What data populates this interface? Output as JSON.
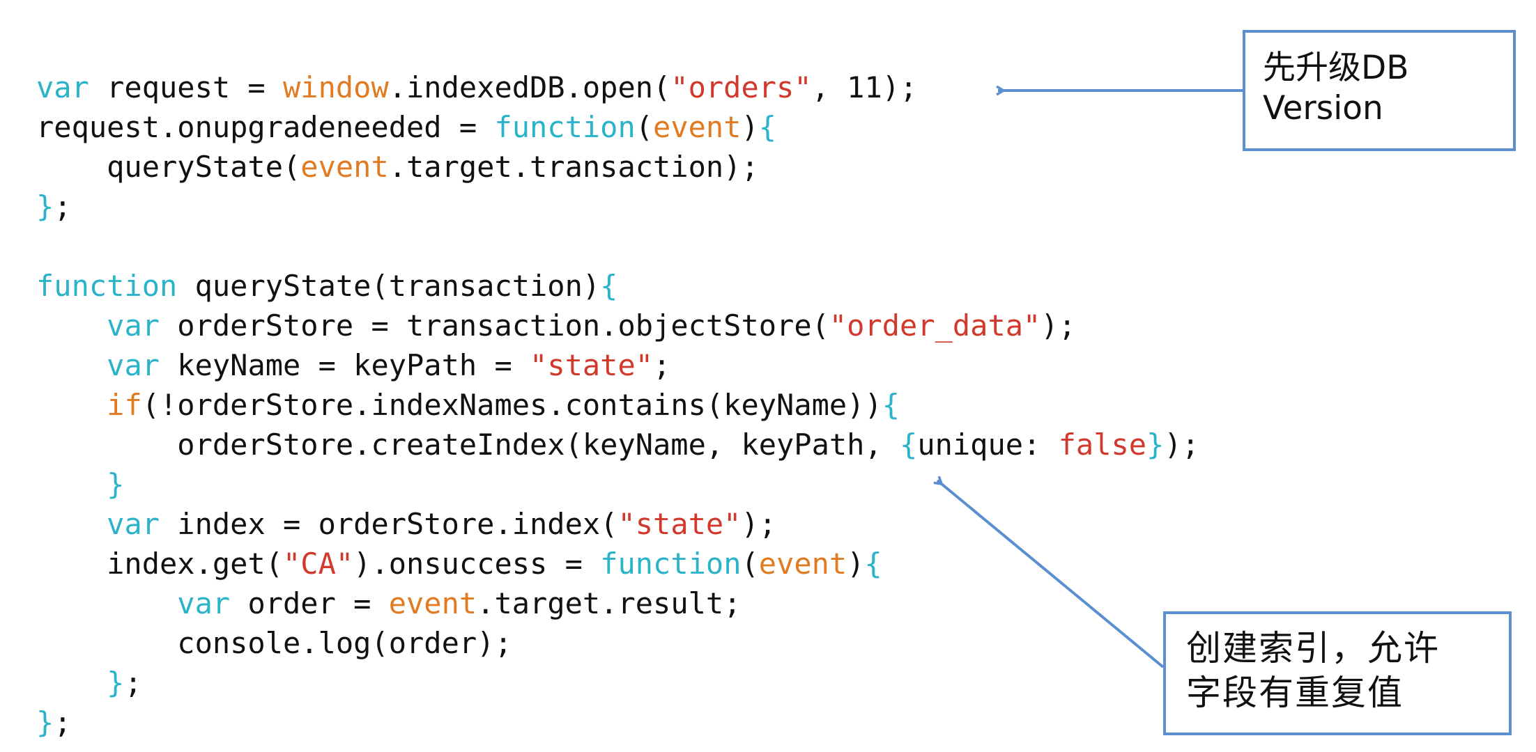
{
  "code_lines": [
    [
      {
        "t": "var",
        "c": "kw"
      },
      {
        "t": " request = ",
        "c": "plain"
      },
      {
        "t": "window",
        "c": "obj"
      },
      {
        "t": ".indexedDB.open(",
        "c": "plain"
      },
      {
        "t": "\"orders\"",
        "c": "str"
      },
      {
        "t": ", 11);",
        "c": "plain"
      }
    ],
    [
      {
        "t": "request.onupgradeneeded = ",
        "c": "plain"
      },
      {
        "t": "function",
        "c": "fn"
      },
      {
        "t": "(",
        "c": "plain"
      },
      {
        "t": "event",
        "c": "obj"
      },
      {
        "t": ")",
        "c": "plain"
      },
      {
        "t": "{",
        "c": "brace"
      }
    ],
    [
      {
        "t": "    queryState(",
        "c": "plain"
      },
      {
        "t": "event",
        "c": "obj"
      },
      {
        "t": ".target.transaction);",
        "c": "plain"
      }
    ],
    [
      {
        "t": "}",
        "c": "brace"
      },
      {
        "t": ";",
        "c": "plain"
      }
    ],
    [],
    [
      {
        "t": "function",
        "c": "fn"
      },
      {
        "t": " queryState(transaction)",
        "c": "plain"
      },
      {
        "t": "{",
        "c": "brace"
      }
    ],
    [
      {
        "t": "    ",
        "c": "plain"
      },
      {
        "t": "var",
        "c": "kw"
      },
      {
        "t": " orderStore = transaction.objectStore(",
        "c": "plain"
      },
      {
        "t": "\"order_data\"",
        "c": "str"
      },
      {
        "t": ");",
        "c": "plain"
      }
    ],
    [
      {
        "t": "    ",
        "c": "plain"
      },
      {
        "t": "var",
        "c": "kw"
      },
      {
        "t": " keyName = keyPath = ",
        "c": "plain"
      },
      {
        "t": "\"state\"",
        "c": "str"
      },
      {
        "t": ";",
        "c": "plain"
      }
    ],
    [
      {
        "t": "    ",
        "c": "plain"
      },
      {
        "t": "if",
        "c": "obj"
      },
      {
        "t": "(!orderStore.indexNames.contains(keyName))",
        "c": "plain"
      },
      {
        "t": "{",
        "c": "brace"
      }
    ],
    [
      {
        "t": "        orderStore.createIndex(keyName, keyPath, ",
        "c": "plain"
      },
      {
        "t": "{",
        "c": "brace"
      },
      {
        "t": "unique: ",
        "c": "plain"
      },
      {
        "t": "false",
        "c": "bool"
      },
      {
        "t": "}",
        "c": "brace"
      },
      {
        "t": ");",
        "c": "plain"
      }
    ],
    [
      {
        "t": "    ",
        "c": "plain"
      },
      {
        "t": "}",
        "c": "brace"
      }
    ],
    [
      {
        "t": "    ",
        "c": "plain"
      },
      {
        "t": "var",
        "c": "kw"
      },
      {
        "t": " index = orderStore.index(",
        "c": "plain"
      },
      {
        "t": "\"state\"",
        "c": "str"
      },
      {
        "t": ");",
        "c": "plain"
      }
    ],
    [
      {
        "t": "    index.get(",
        "c": "plain"
      },
      {
        "t": "\"CA\"",
        "c": "str"
      },
      {
        "t": ").onsuccess = ",
        "c": "plain"
      },
      {
        "t": "function",
        "c": "fn"
      },
      {
        "t": "(",
        "c": "plain"
      },
      {
        "t": "event",
        "c": "obj"
      },
      {
        "t": ")",
        "c": "plain"
      },
      {
        "t": "{",
        "c": "brace"
      }
    ],
    [
      {
        "t": "        ",
        "c": "plain"
      },
      {
        "t": "var",
        "c": "kw"
      },
      {
        "t": " order = ",
        "c": "plain"
      },
      {
        "t": "event",
        "c": "obj"
      },
      {
        "t": ".target.result;",
        "c": "plain"
      }
    ],
    [
      {
        "t": "        console.log(order);",
        "c": "plain"
      }
    ],
    [
      {
        "t": "    ",
        "c": "plain"
      },
      {
        "t": "}",
        "c": "brace"
      },
      {
        "t": ";",
        "c": "plain"
      }
    ],
    [
      {
        "t": "}",
        "c": "brace"
      },
      {
        "t": ";",
        "c": "plain"
      }
    ]
  ],
  "annotations": {
    "db_version": {
      "line1": "先升级DB",
      "line2": "Version"
    },
    "create_index": {
      "line1": "创建索引，允许",
      "line2": "字段有重复值"
    }
  },
  "colors": {
    "keyword": "#2bb3c9",
    "string": "#d0392b",
    "object": "#e07b22",
    "plain": "#111111",
    "annotation_border": "#5b8fd0",
    "arrow": "#5b8fd0"
  }
}
